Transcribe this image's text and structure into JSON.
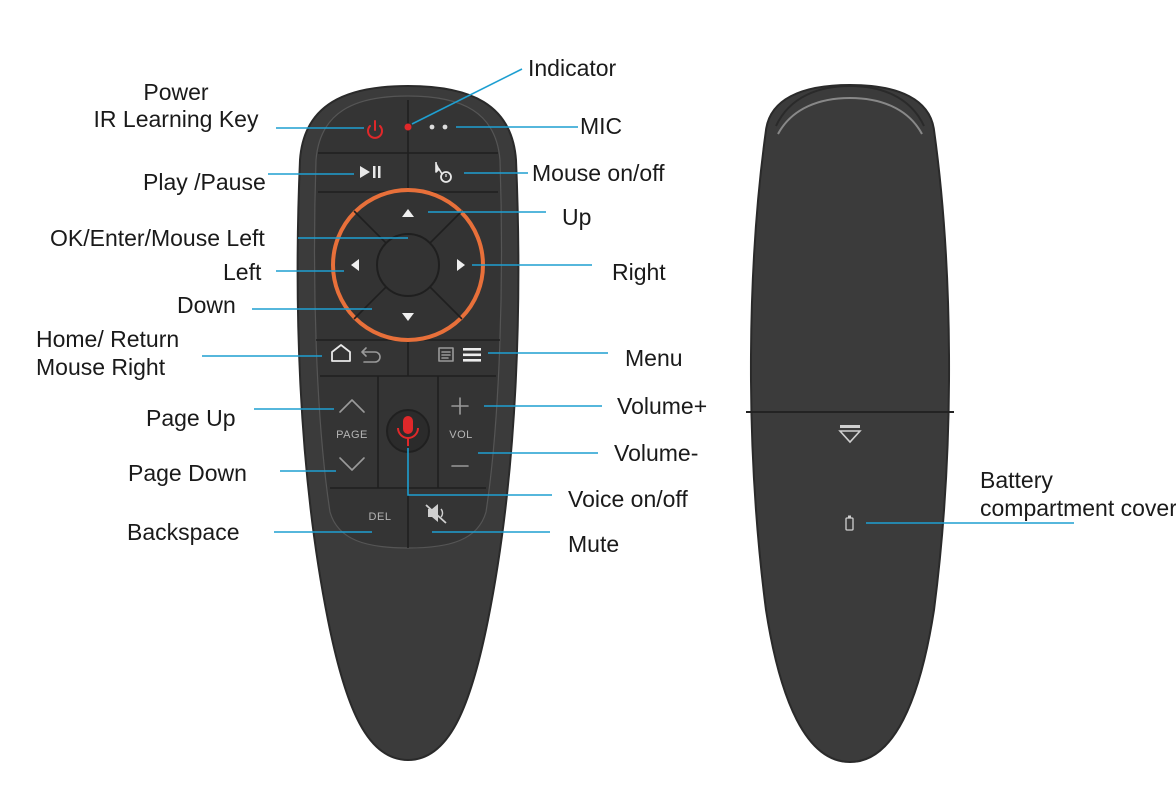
{
  "labels": {
    "power": "Power",
    "ir_learning": "IR Learning Key",
    "indicator": "Indicator",
    "mic": "MIC",
    "play_pause": "Play /Pause",
    "mouse_on_off": "Mouse on/off",
    "up": "Up",
    "ok_enter": "OK/Enter/Mouse Left",
    "left": "Left",
    "right": "Right",
    "down": "Down",
    "home_return": "Home/ Return",
    "mouse_right": "Mouse Right",
    "menu": "Menu",
    "page_up": "Page Up",
    "volume_plus": "Volume+",
    "page_down": "Page Down",
    "volume_minus": "Volume-",
    "voice_on_off": "Voice on/off",
    "backspace": "Backspace",
    "mute": "Mute",
    "battery": "Battery",
    "battery_cover": "compartment cover"
  },
  "button_text": {
    "page": "PAGE",
    "vol": "VOL",
    "del": "DEL"
  },
  "colors": {
    "body": "#3b3b3b",
    "rim": "#2c2c2c",
    "ring": "#e8703a",
    "power": "#e0282a",
    "mic": "#e0282a",
    "leader": "#1e9fd1",
    "text": "#1a1a1a"
  }
}
